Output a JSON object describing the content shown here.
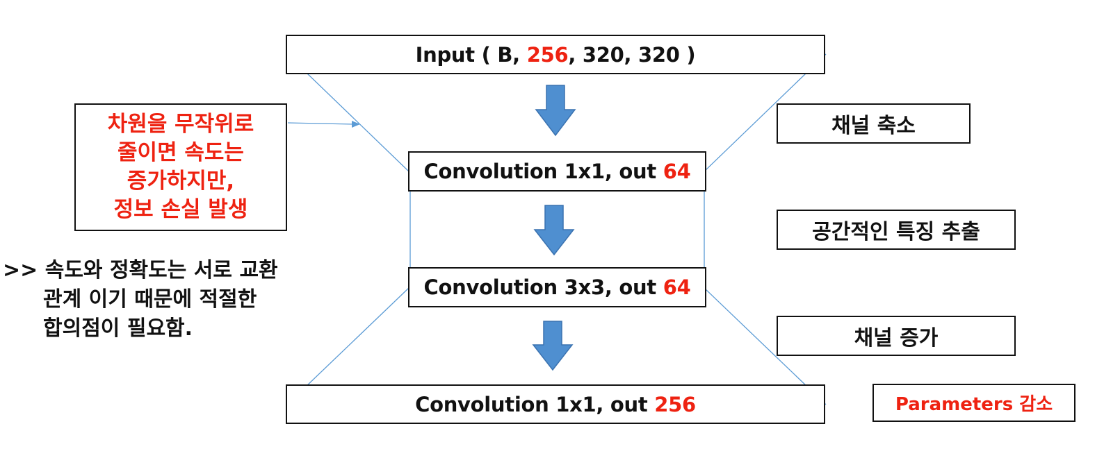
{
  "layers": {
    "input": {
      "prefix": "Input ( B, ",
      "highlight": "256",
      "suffix": ", 320, 320 )"
    },
    "conv1": {
      "prefix": "Convolution 1x1, out ",
      "highlight": "64"
    },
    "conv2": {
      "prefix": "Convolution 3x3, out ",
      "highlight": "64"
    },
    "conv3": {
      "prefix": "Convolution 1x1, out ",
      "highlight": "256"
    }
  },
  "notes": {
    "channel_reduce": "채널 축소",
    "spatial_features": "공간적인 특징 추출",
    "channel_increase": "채널 증가",
    "params_decrease": "Parameters 감소"
  },
  "warning": {
    "lines": [
      "차원을 무작위로",
      "줄이면 속도는",
      "증가하지만,",
      "정보 손실 발생"
    ]
  },
  "summary": {
    "lines": [
      ">> 속도와 정확도는 서로 교환",
      "관계 이기 때문에 적절한",
      "합의점이 필요함."
    ]
  },
  "colors": {
    "highlight": "#ee2211",
    "arrow": "#4f8fd0",
    "connector": "#5b9bd5",
    "border": "#111111"
  }
}
